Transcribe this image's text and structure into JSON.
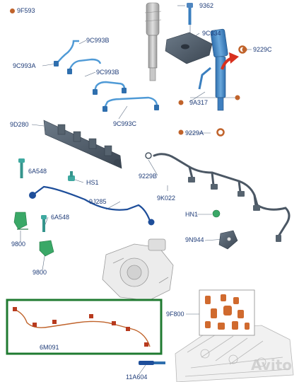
{
  "legend": {
    "symbol_color": "#c0632b",
    "label": "9F593"
  },
  "labels": {
    "p9362": "9362",
    "p9C334": "9C334",
    "p9229C": "9229C",
    "p9C993B_top": "9C993B",
    "p9C993A": "9C993A",
    "p9C993B_mid": "9C993B",
    "p9A317": "9A317",
    "p9C993C": "9C993C",
    "p9D280": "9D280",
    "p9229A": "9229A",
    "p6A548_top": "6A548",
    "pHS1": "HS1",
    "p9229B": "9229B",
    "p9K022": "9K022",
    "p9J285": "9J285",
    "pHN1": "HN1",
    "p6A548_bot": "6A548",
    "p9800_top": "9800",
    "p9N944": "9N944",
    "p9800_bot": "9800",
    "p9F800": "9F800",
    "p6M091": "6M091",
    "p11A604": "11A604"
  },
  "watermark": "Avito",
  "colors": {
    "label": "#1f3c78",
    "part_blue": "#3a7fbf",
    "part_dark": "#4a5a6a",
    "orange": "#c0632b",
    "harness_frame": "#1f7a30",
    "red_arrow": "#d8301e"
  },
  "icons": [
    "fuel-injector-icon",
    "fuel-rail-icon",
    "fuel-pump-icon",
    "engine-block-icon",
    "bolt-icon",
    "red-arrow-icon"
  ]
}
